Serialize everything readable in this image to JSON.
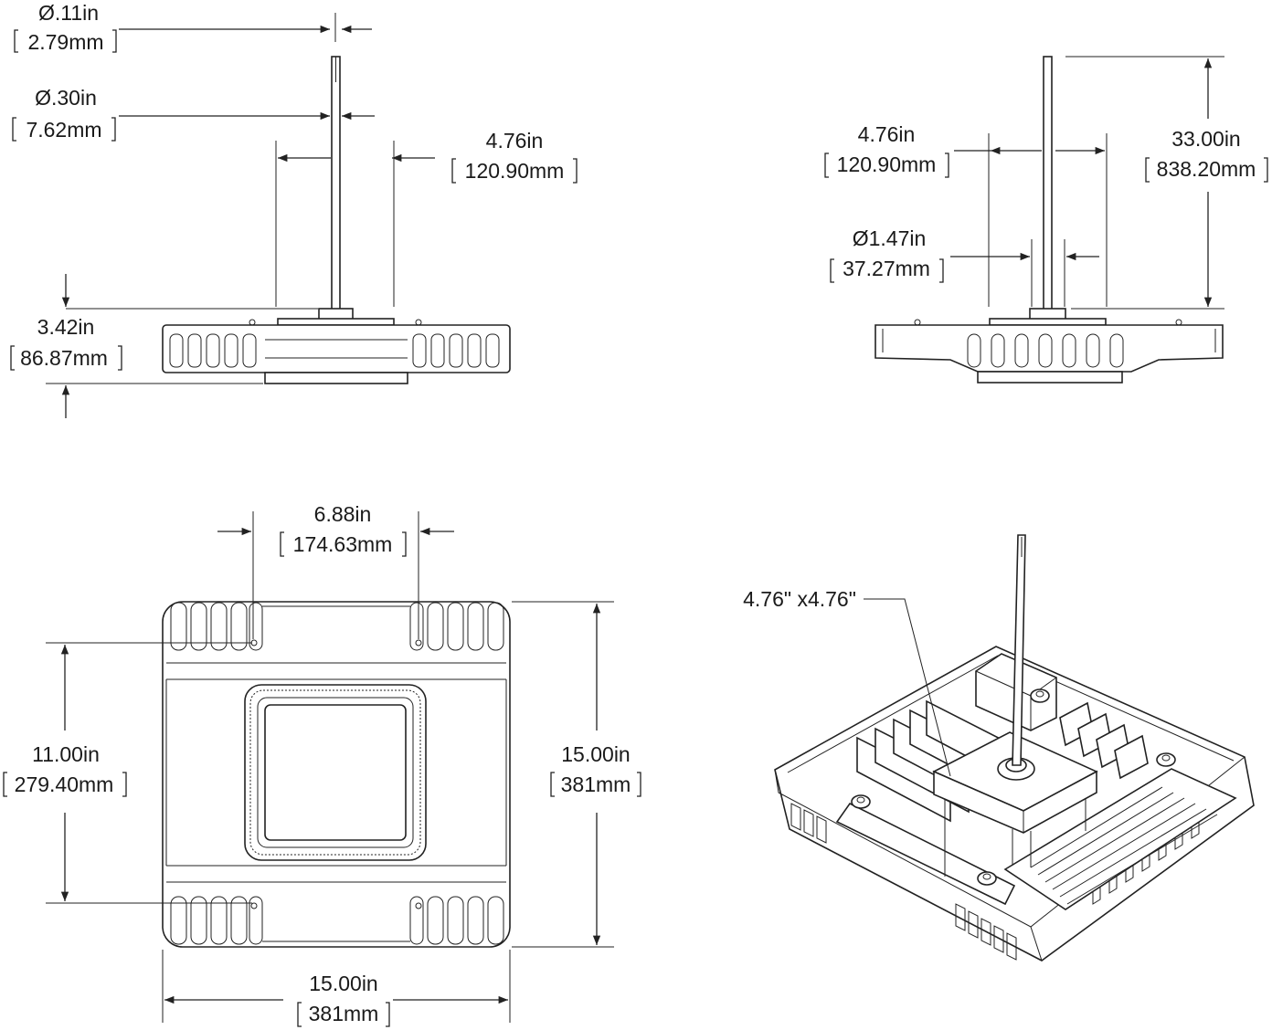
{
  "labels": {
    "cable_dia": "Ø.11in",
    "cable_dia_mm": "2.79mm",
    "cord_dia": "Ø.30in",
    "cord_dia_mm": "7.62mm",
    "hub_width_side": "4.76in",
    "hub_width_side_mm": "120.90mm",
    "height": "3.42in",
    "height_mm": "86.87mm",
    "hub_width_front": "4.76in",
    "hub_width_front_mm": "120.90mm",
    "cable_length": "33.00in",
    "cable_length_mm": "838.20mm",
    "stem_dia": "Ø1.47in",
    "stem_dia_mm": "37.27mm",
    "slot_spacing": "6.88in",
    "slot_spacing_mm": "174.63mm",
    "inner_height": "11.00in",
    "inner_height_mm": "279.40mm",
    "overall_height": "15.00in",
    "overall_height_mm": "381mm",
    "overall_width": "15.00in",
    "overall_width_mm": "381mm",
    "hub_size": "4.76\" x4.76\""
  }
}
